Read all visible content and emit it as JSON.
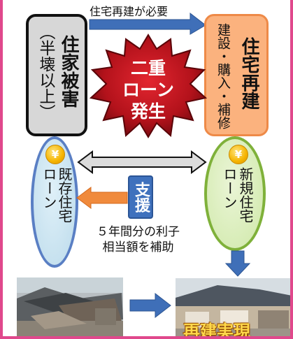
{
  "top_arrow": {
    "label": "住宅再建が必要"
  },
  "victim": {
    "title": "住家被害",
    "note": "（半壊以上）"
  },
  "burst": {
    "text": "二重\nローン\n発生",
    "line1": "二重",
    "line2": "ローン",
    "line3": "発生"
  },
  "rebuild": {
    "title": "住宅再建",
    "note": "建設・購入・補修"
  },
  "old_loan": {
    "icon": "¥",
    "label": "既存住宅ローン",
    "col1": "既存住宅",
    "col2": "ローン"
  },
  "new_loan": {
    "icon": "¥",
    "label": "新規住宅ローン",
    "col1": "新規住宅",
    "col2": "ローン"
  },
  "support": {
    "label": "支援"
  },
  "subsidy": {
    "line1": "５年間分の利子",
    "line2": "相当額を補助"
  },
  "result": {
    "label": "再建実現"
  },
  "colors": {
    "frame": "#e0488c",
    "arrow_blue": "#3f6fb8",
    "arrow_orange": "#f08a3c",
    "burst_red": "#b3121b"
  }
}
